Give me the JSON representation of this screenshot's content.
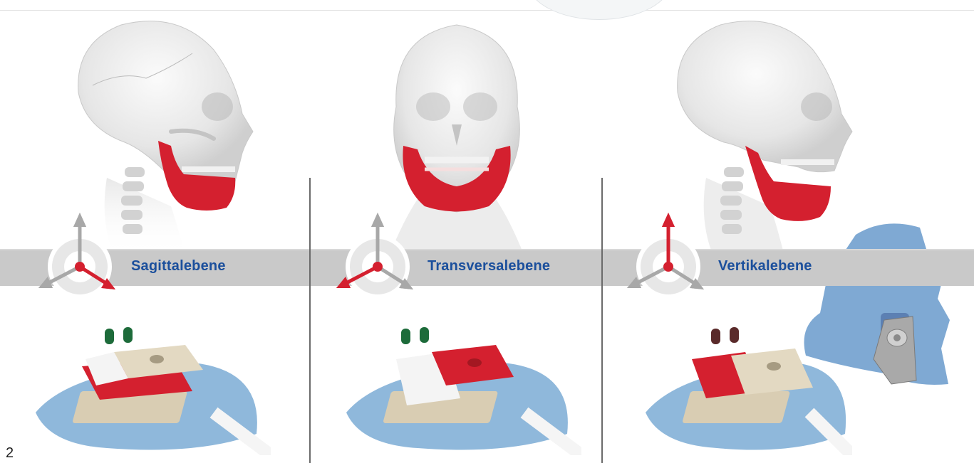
{
  "page": {
    "number": "2"
  },
  "panels": [
    {
      "id": "sagittal",
      "label": "Sagittalebene",
      "view": "side"
    },
    {
      "id": "transversal",
      "label": "Transversalebene",
      "view": "front"
    },
    {
      "id": "vertical",
      "label": "Vertikalebene",
      "view": "side"
    }
  ],
  "colors": {
    "band": "#c9c9c9",
    "label_text": "#1b4f9c",
    "jaw_highlight": "#d4202f",
    "axis_active": "#d4202f",
    "axis_inactive": "#a8a8a8",
    "bite_tray": "#8fb8db",
    "device_body": "#d9cdb3",
    "divider": "#6b6b6b"
  },
  "icons": {
    "axis": "three-axis-gauge-icon",
    "skull": "skull-with-jaw-icon",
    "device": "bite-registration-device-icon",
    "attachment": "bite-tray-attachment-icon"
  }
}
